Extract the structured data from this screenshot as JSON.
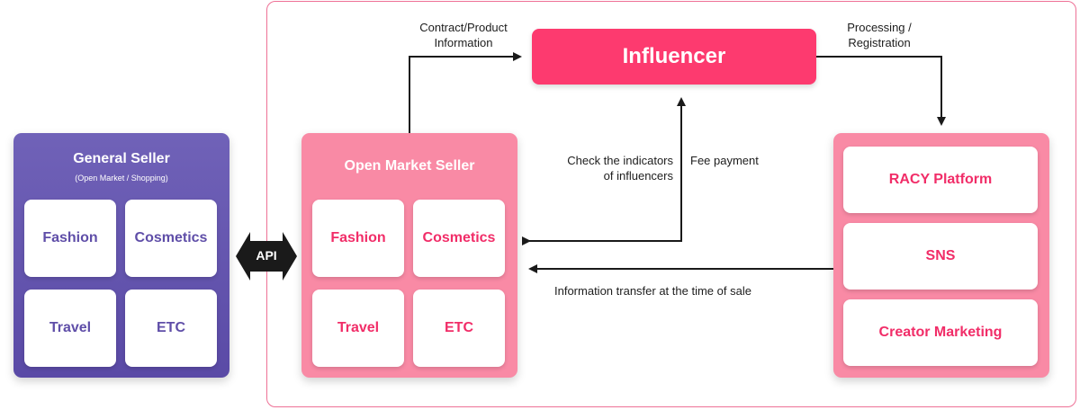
{
  "general_seller": {
    "title": "General Seller",
    "subtitle": "(Open Market / Shopping)",
    "items": [
      "Fashion",
      "Cosmetics",
      "Travel",
      "ETC"
    ]
  },
  "api_label": "API",
  "open_market_seller": {
    "title": "Open Market Seller",
    "items": [
      "Fashion",
      "Cosmetics",
      "Travel",
      "ETC"
    ]
  },
  "influencer": {
    "label": "Influencer"
  },
  "platforms": {
    "items": [
      "RACY Platform",
      "SNS",
      "Creator Marketing"
    ]
  },
  "flows": {
    "contract_line1": "Contract/Product",
    "contract_line2": "Information",
    "processing_line1": "Processing /",
    "processing_line2": "Registration",
    "check_line1": "Check the indicators",
    "check_line2": "of influencers",
    "fee_payment": "Fee payment",
    "info_transfer": "Information transfer at the time of sale"
  },
  "colors": {
    "purple": "#5f4ea8",
    "pink_panel": "#f98aa5",
    "influencer": "#fd3a6f",
    "accent_text": "#f12d68",
    "frame_border": "#ee7196"
  }
}
